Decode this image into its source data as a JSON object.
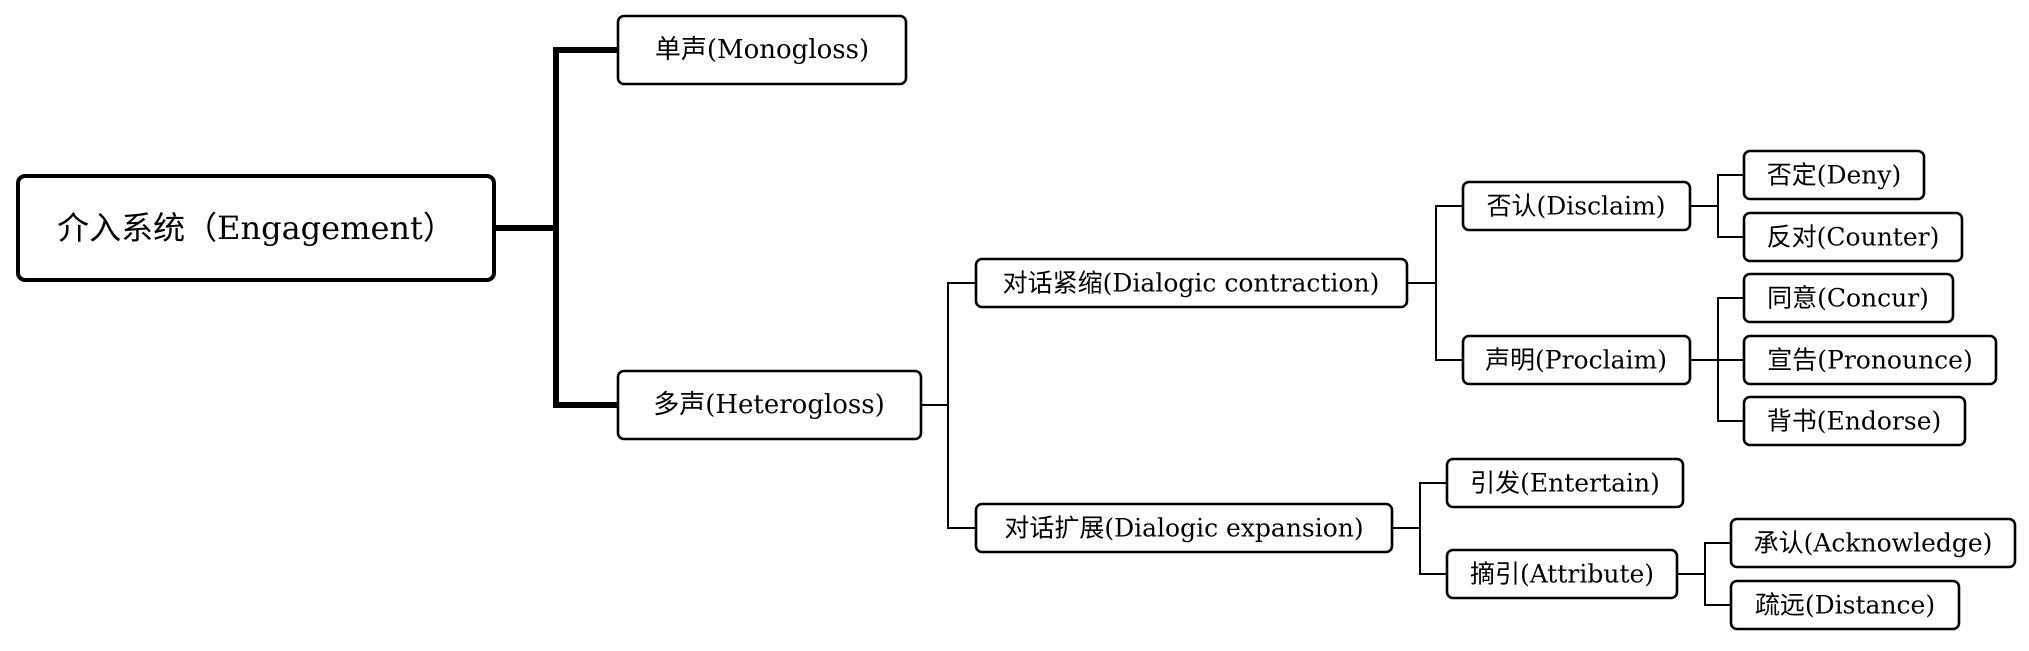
{
  "root": {
    "id": "engagement",
    "label": "介入系统（Engagement）"
  },
  "nodes": [
    {
      "id": "monogloss",
      "label": "单声(Monogloss)",
      "parent": "engagement"
    },
    {
      "id": "heterogloss",
      "label": "多声(Heterogloss)",
      "parent": "engagement"
    },
    {
      "id": "contraction",
      "label": "对话紧缩(Dialogic contraction)",
      "parent": "heterogloss"
    },
    {
      "id": "expansion",
      "label": "对话扩展(Dialogic expansion)",
      "parent": "heterogloss"
    },
    {
      "id": "disclaim",
      "label": "否认(Disclaim)",
      "parent": "contraction"
    },
    {
      "id": "proclaim",
      "label": "声明(Proclaim)",
      "parent": "contraction"
    },
    {
      "id": "deny",
      "label": "否定(Deny)",
      "parent": "disclaim"
    },
    {
      "id": "counter",
      "label": "反对(Counter)",
      "parent": "disclaim"
    },
    {
      "id": "concur",
      "label": "同意(Concur)",
      "parent": "proclaim"
    },
    {
      "id": "pronounce",
      "label": "宣告(Pronounce)",
      "parent": "proclaim"
    },
    {
      "id": "endorse",
      "label": "背书(Endorse)",
      "parent": "proclaim"
    },
    {
      "id": "entertain",
      "label": "引发(Entertain)",
      "parent": "expansion"
    },
    {
      "id": "attribute",
      "label": "摘引(Attribute)",
      "parent": "expansion"
    },
    {
      "id": "acknowledge",
      "label": "承认(Acknowledge)",
      "parent": "attribute"
    },
    {
      "id": "distance",
      "label": "疏远(Distance)",
      "parent": "attribute"
    }
  ]
}
